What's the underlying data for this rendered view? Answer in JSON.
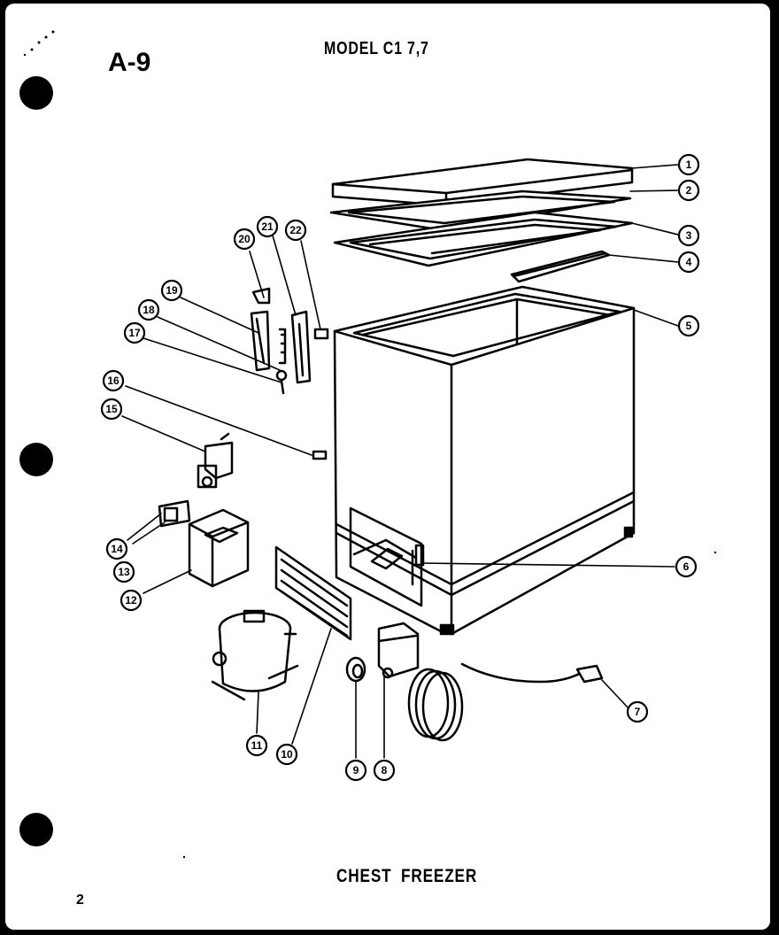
{
  "header": {
    "sheet_id": "A-9",
    "model": "MODEL C1 7,7"
  },
  "footer": {
    "caption": "CHEST FREEZER",
    "page_number": "2"
  },
  "callouts": [
    "1",
    "2",
    "3",
    "4",
    "5",
    "6",
    "7",
    "8",
    "9",
    "10",
    "11",
    "12",
    "13",
    "14",
    "15",
    "16",
    "17",
    "18",
    "19",
    "20",
    "21",
    "22"
  ]
}
